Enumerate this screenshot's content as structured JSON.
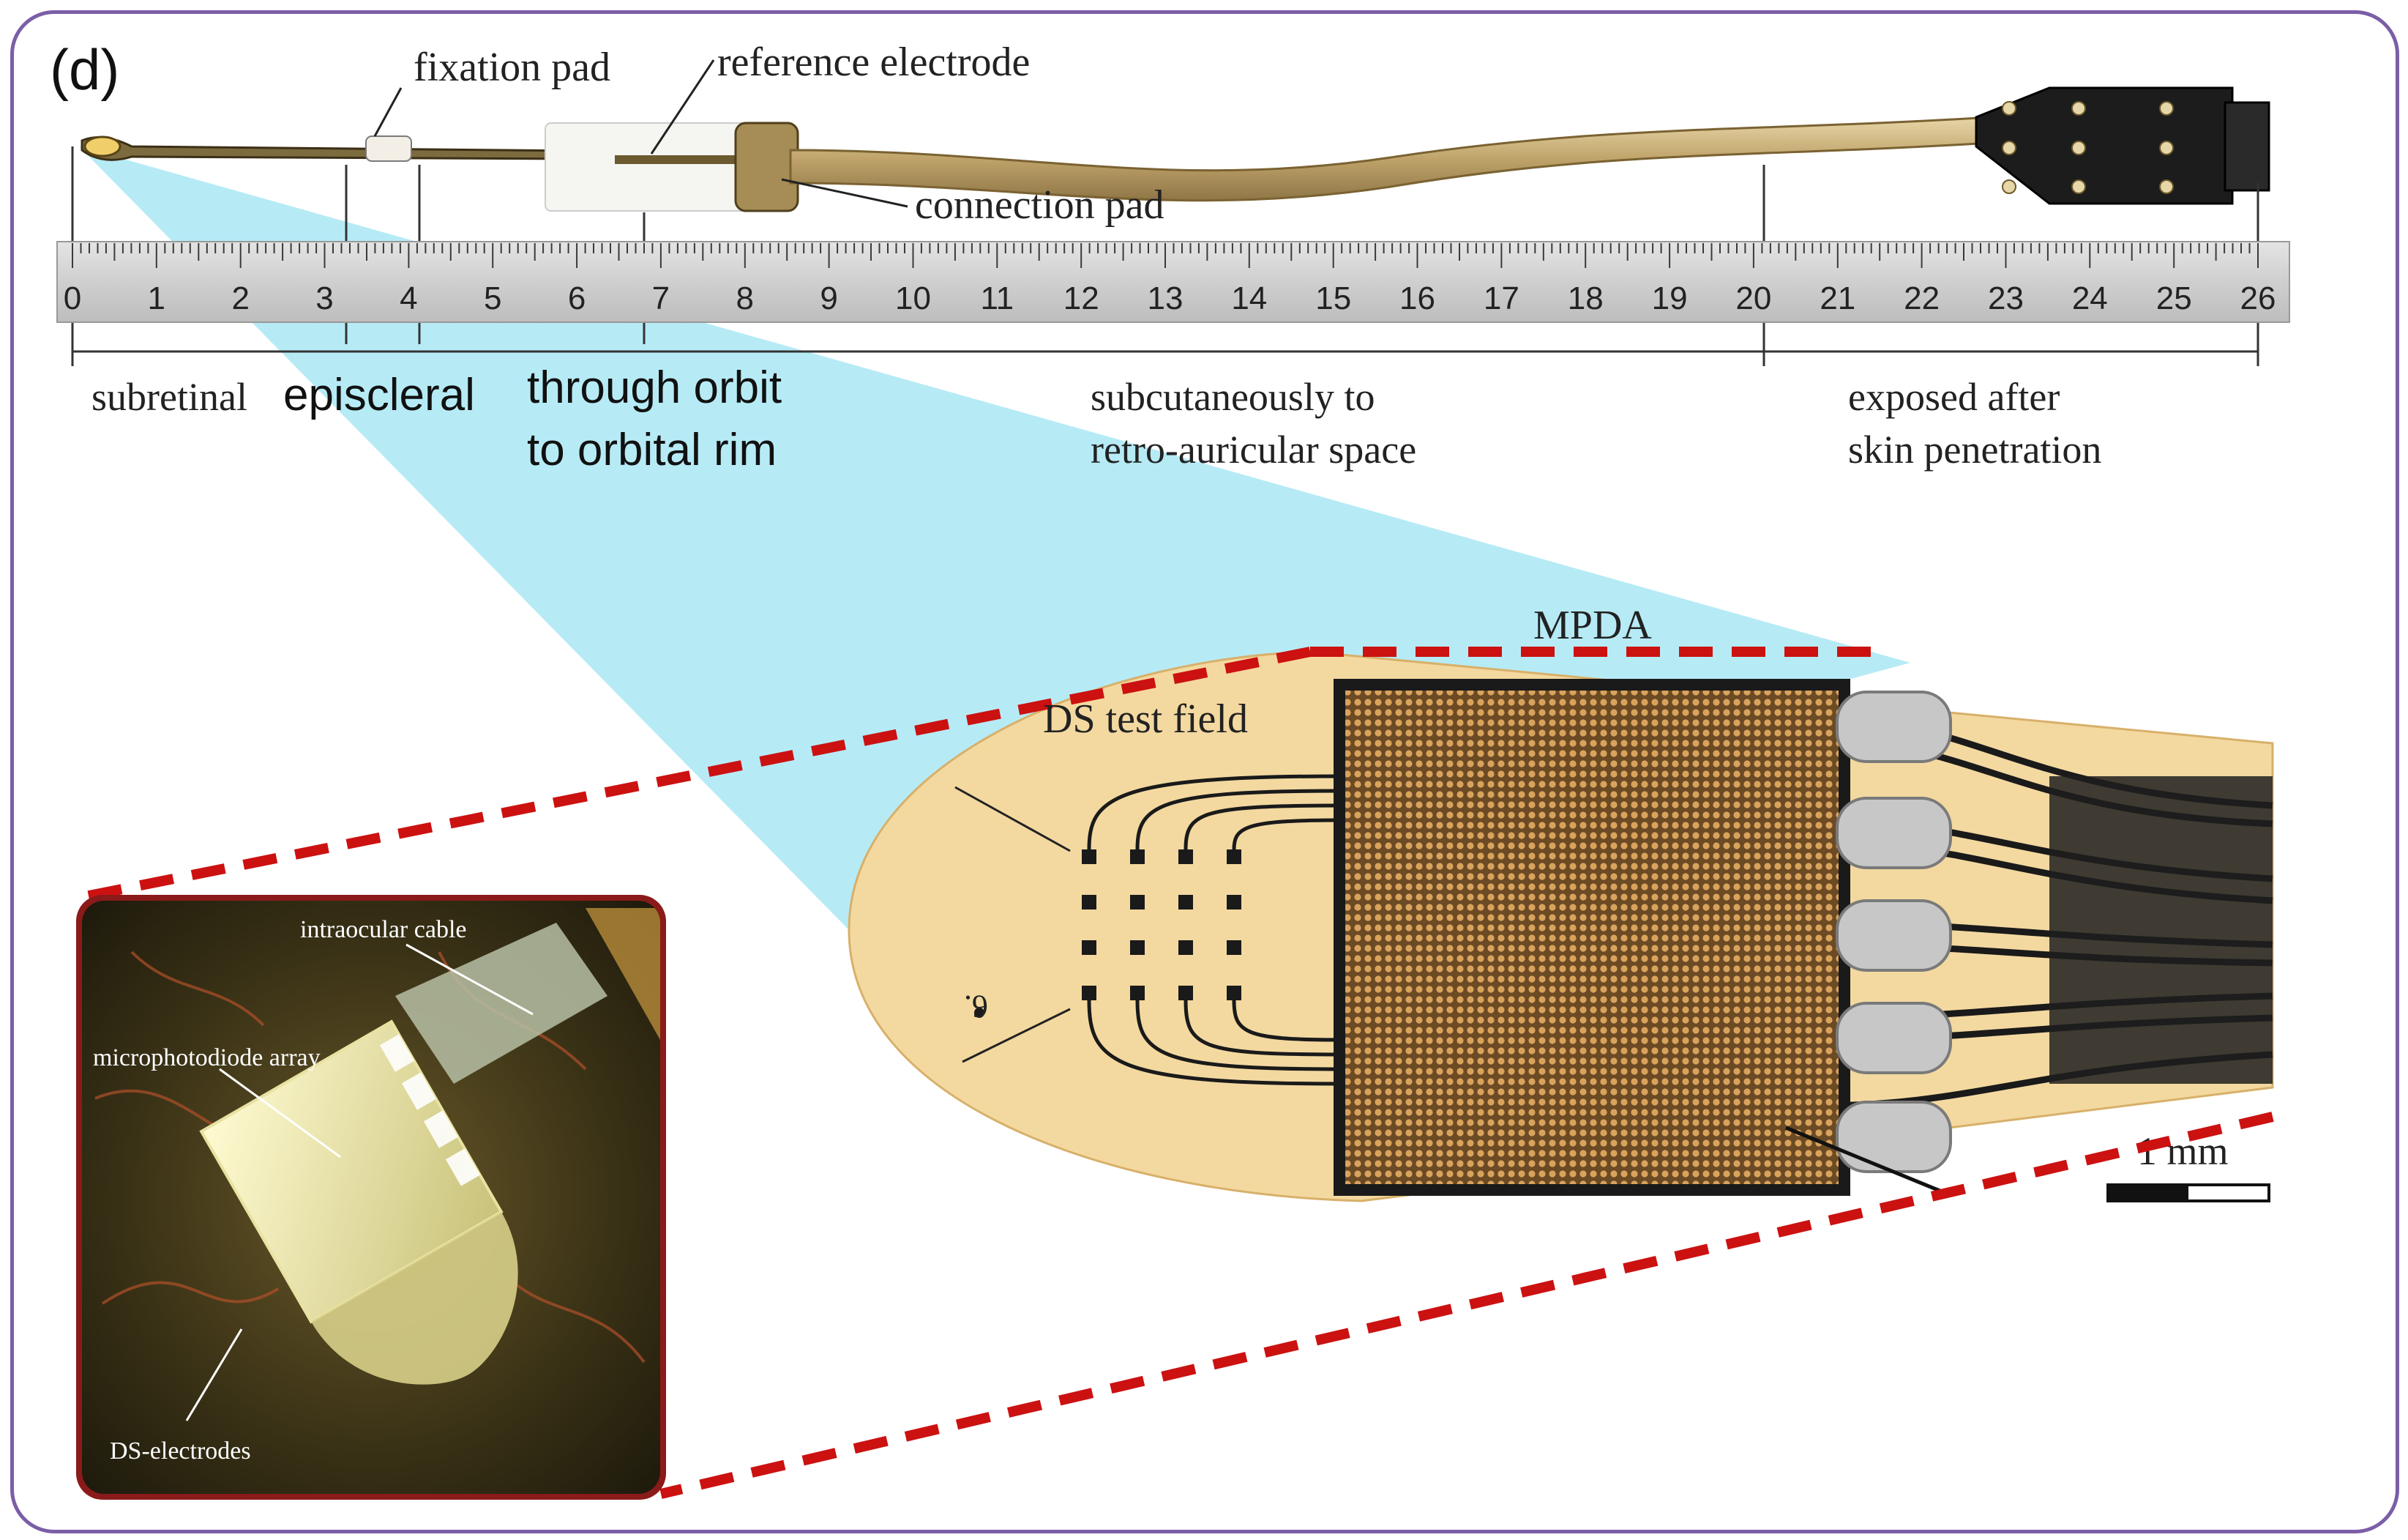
{
  "panel_label": "(d)",
  "callouts": {
    "fixation_pad": "fixation pad",
    "reference_electrode": "reference electrode",
    "connection_pad": "connection pad",
    "mpda": "MPDA",
    "ds_test_field": "DS test field",
    "chip_mark": "6.",
    "scale_bar": "1 mm"
  },
  "ruler": {
    "tick_labels": [
      "0",
      "1",
      "2",
      "3",
      "4",
      "5",
      "6",
      "7",
      "8",
      "9",
      "10",
      "11",
      "12",
      "13",
      "14",
      "15",
      "16",
      "17",
      "18",
      "19",
      "20",
      "21",
      "22",
      "23",
      "24",
      "25",
      "26"
    ]
  },
  "segments": {
    "subretinal": "subretinal",
    "episcleral": "episcleral",
    "orbit_line1": "through orbit",
    "orbit_line2": "to orbital rim",
    "subcut_line1": "subcutaneously to",
    "subcut_line2": "retro-auricular space",
    "exposed_line1": "exposed after",
    "exposed_line2": "skin penetration"
  },
  "inset": {
    "intraocular_cable": "intraocular cable",
    "microphotodiode_array": "microphotodiode array",
    "ds_electrodes": "DS-electrodes"
  },
  "colors": {
    "frame": "#7b5ea7",
    "zoom_cone": "#aee9f5",
    "dashed_outline": "#cc1111",
    "inset_border": "#8b1a1a",
    "chip_substrate": "#f3d9a0",
    "cable": "#c9b27a"
  }
}
